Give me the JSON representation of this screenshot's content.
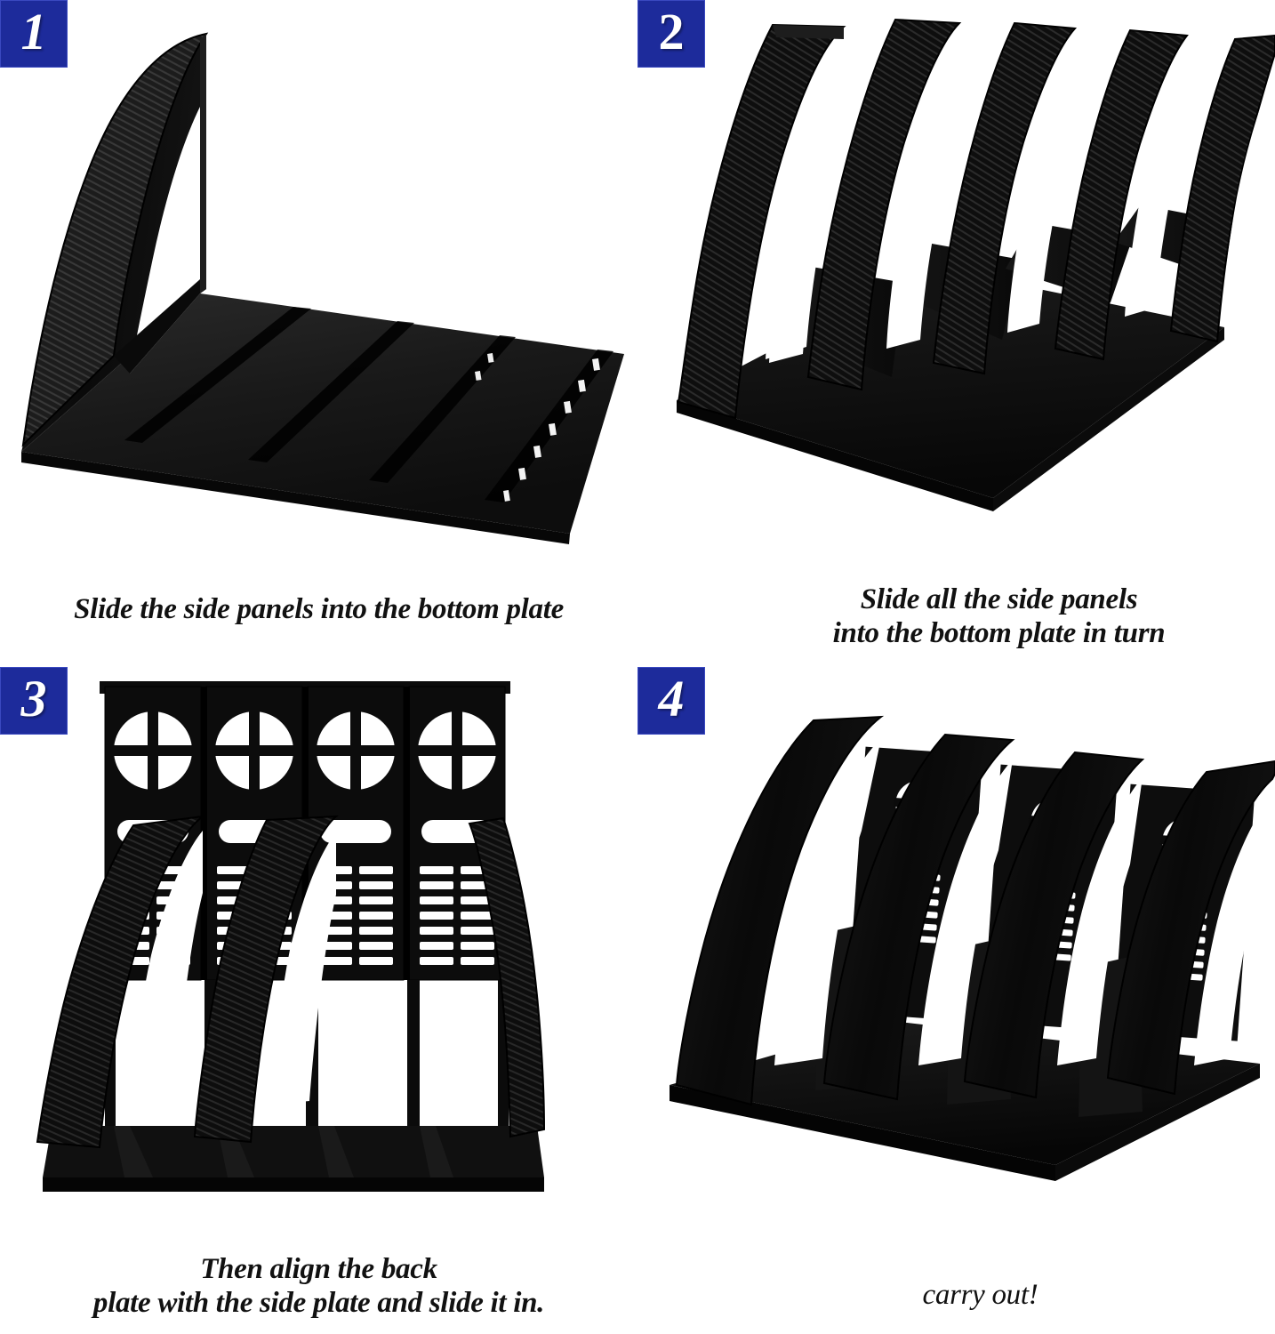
{
  "document": {
    "kind": "assembly-instructions",
    "product": "black plastic file organizer / magazine rack",
    "background_color": "#ffffff",
    "badge_color": "#1d2b9b",
    "badge_text_color": "#ffffff",
    "plastic_color": "#0b0b0b"
  },
  "steps": [
    {
      "number": "1",
      "badge_style": "italic",
      "caption_lines": [
        "Slide the side panels into the bottom plate"
      ],
      "illustration": "one curved ribbed side panel standing upright at the left end of a flat bottom plate that lies in perspective, showing four slot grooves"
    },
    {
      "number": "2",
      "badge_style": "upright",
      "caption_lines": [
        "Slide all the side panels",
        "into the bottom plate in turn"
      ],
      "illustration": "five curved ribbed side panels mounted upright on the bottom plate forming four compartments"
    },
    {
      "number": "3",
      "badge_style": "italic",
      "caption_lines": [
        "Then align the back",
        "plate with the side plate and slide it in."
      ],
      "illustration": "four back plates with circular quadrant cutouts, oblong slots and rows of horizontal slats aligned behind the side panels"
    },
    {
      "number": "4",
      "badge_style": "italic",
      "caption_lines": [
        "carry out!"
      ],
      "illustration": "the fully assembled four-compartment file organizer seen from a three-quarter angle"
    }
  ]
}
